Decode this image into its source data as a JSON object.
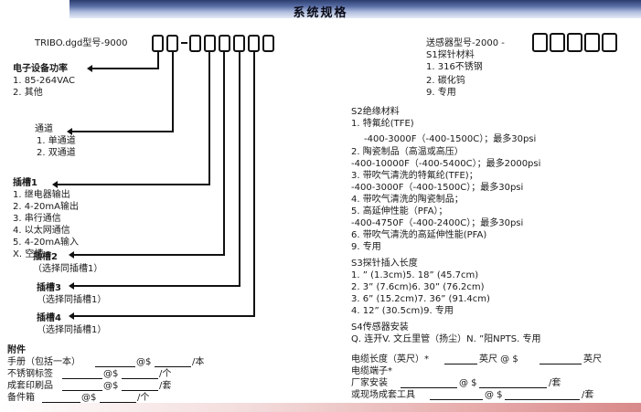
{
  "title": "系统规格",
  "left": {
    "model": "TRIBO.dgd型号-9000",
    "power_header": "电子设备功率",
    "power_items": [
      "1.  85-264VAC",
      "2.  其他"
    ],
    "channel_header": "通道",
    "channel_items": [
      "1.  单通道",
      "2.  双通道"
    ],
    "slot1_header": "插槽1",
    "slot1_items": [
      "1.  继电器输出",
      "2.  4-20mA输出",
      "3.  串行通信",
      "4.  以太网通信",
      "5.  4-20mA输入",
      "X.  空槽"
    ],
    "slot2_header": "插槽2",
    "slot2_note": "（选择同插槽1）",
    "slot3_header": "插槽3",
    "slot3_note": "（选择同插槽1）",
    "slot4_header": "插槽4",
    "slot4_note": "（选择同插槽1）",
    "accessories_header": "附件",
    "accessories": [
      {
        "label": "手册（包括一本）",
        "at": "@$",
        "unit": "/本"
      },
      {
        "label": "不锈钢标签",
        "at": "@$",
        "unit": "/个"
      },
      {
        "label": "成套印刷品",
        "at": "@$",
        "unit": "/套"
      },
      {
        "label": "备件箱",
        "at": "@$",
        "unit": "/个"
      }
    ]
  },
  "right": {
    "model": "送感器型号-2000 -",
    "s1_header": "S1探针材料",
    "s1_items": [
      "1.  316不锈钢",
      "2.  碳化钨",
      "9.  专用"
    ],
    "s2_header": "S2绝缘材料",
    "s2_lines": [
      "1.  特氟纶(TFE)",
      "-400-3000F（-400-1500C）；最多30psi",
      "2.  陶瓷制品（高温或高压）",
      "-400-10000F（-400-5400C）；最多2000psi",
      "3.  带吹气清洗的特氟纶(TFE)；",
      "-400-3000F（-400-1500C）；最多30psi",
      "4.  带吹气清洗的陶瓷制品；",
      "5.  高延伸性能（PFA）；",
      "-400-4750F（-400-2400C）；最多30psi",
      "6.  带吹气清洗的高延伸性能(PFA)",
      "9.  专用"
    ],
    "s3_header": "S3探针插入长度",
    "s3_lines": [
      "1.  ” (1.3cm)5. 18” (45.7cm)",
      "2.  3” (7.6cm)6. 30” (76.2cm)",
      "3.  6” (15.2cm)7. 36” (91.4cm)",
      "4.  12” (30.5cm)9. 专用"
    ],
    "s4_header": "S4传感器安装",
    "s4_line": "Q. 连开V. 文丘里管（扬尘）N. ”阳NPTS. 专用",
    "cable_label": "电缆长度（英尺）*",
    "cable_mid": "英尺 @ $",
    "cable_unit": "英尺",
    "terminal_label": "电缆端子*",
    "factory_label": "厂家安装",
    "factory_at": "@ $",
    "factory_unit": "/套",
    "field_label": "或现场成套工具",
    "field_at": "@ $",
    "field_unit": "/套"
  }
}
